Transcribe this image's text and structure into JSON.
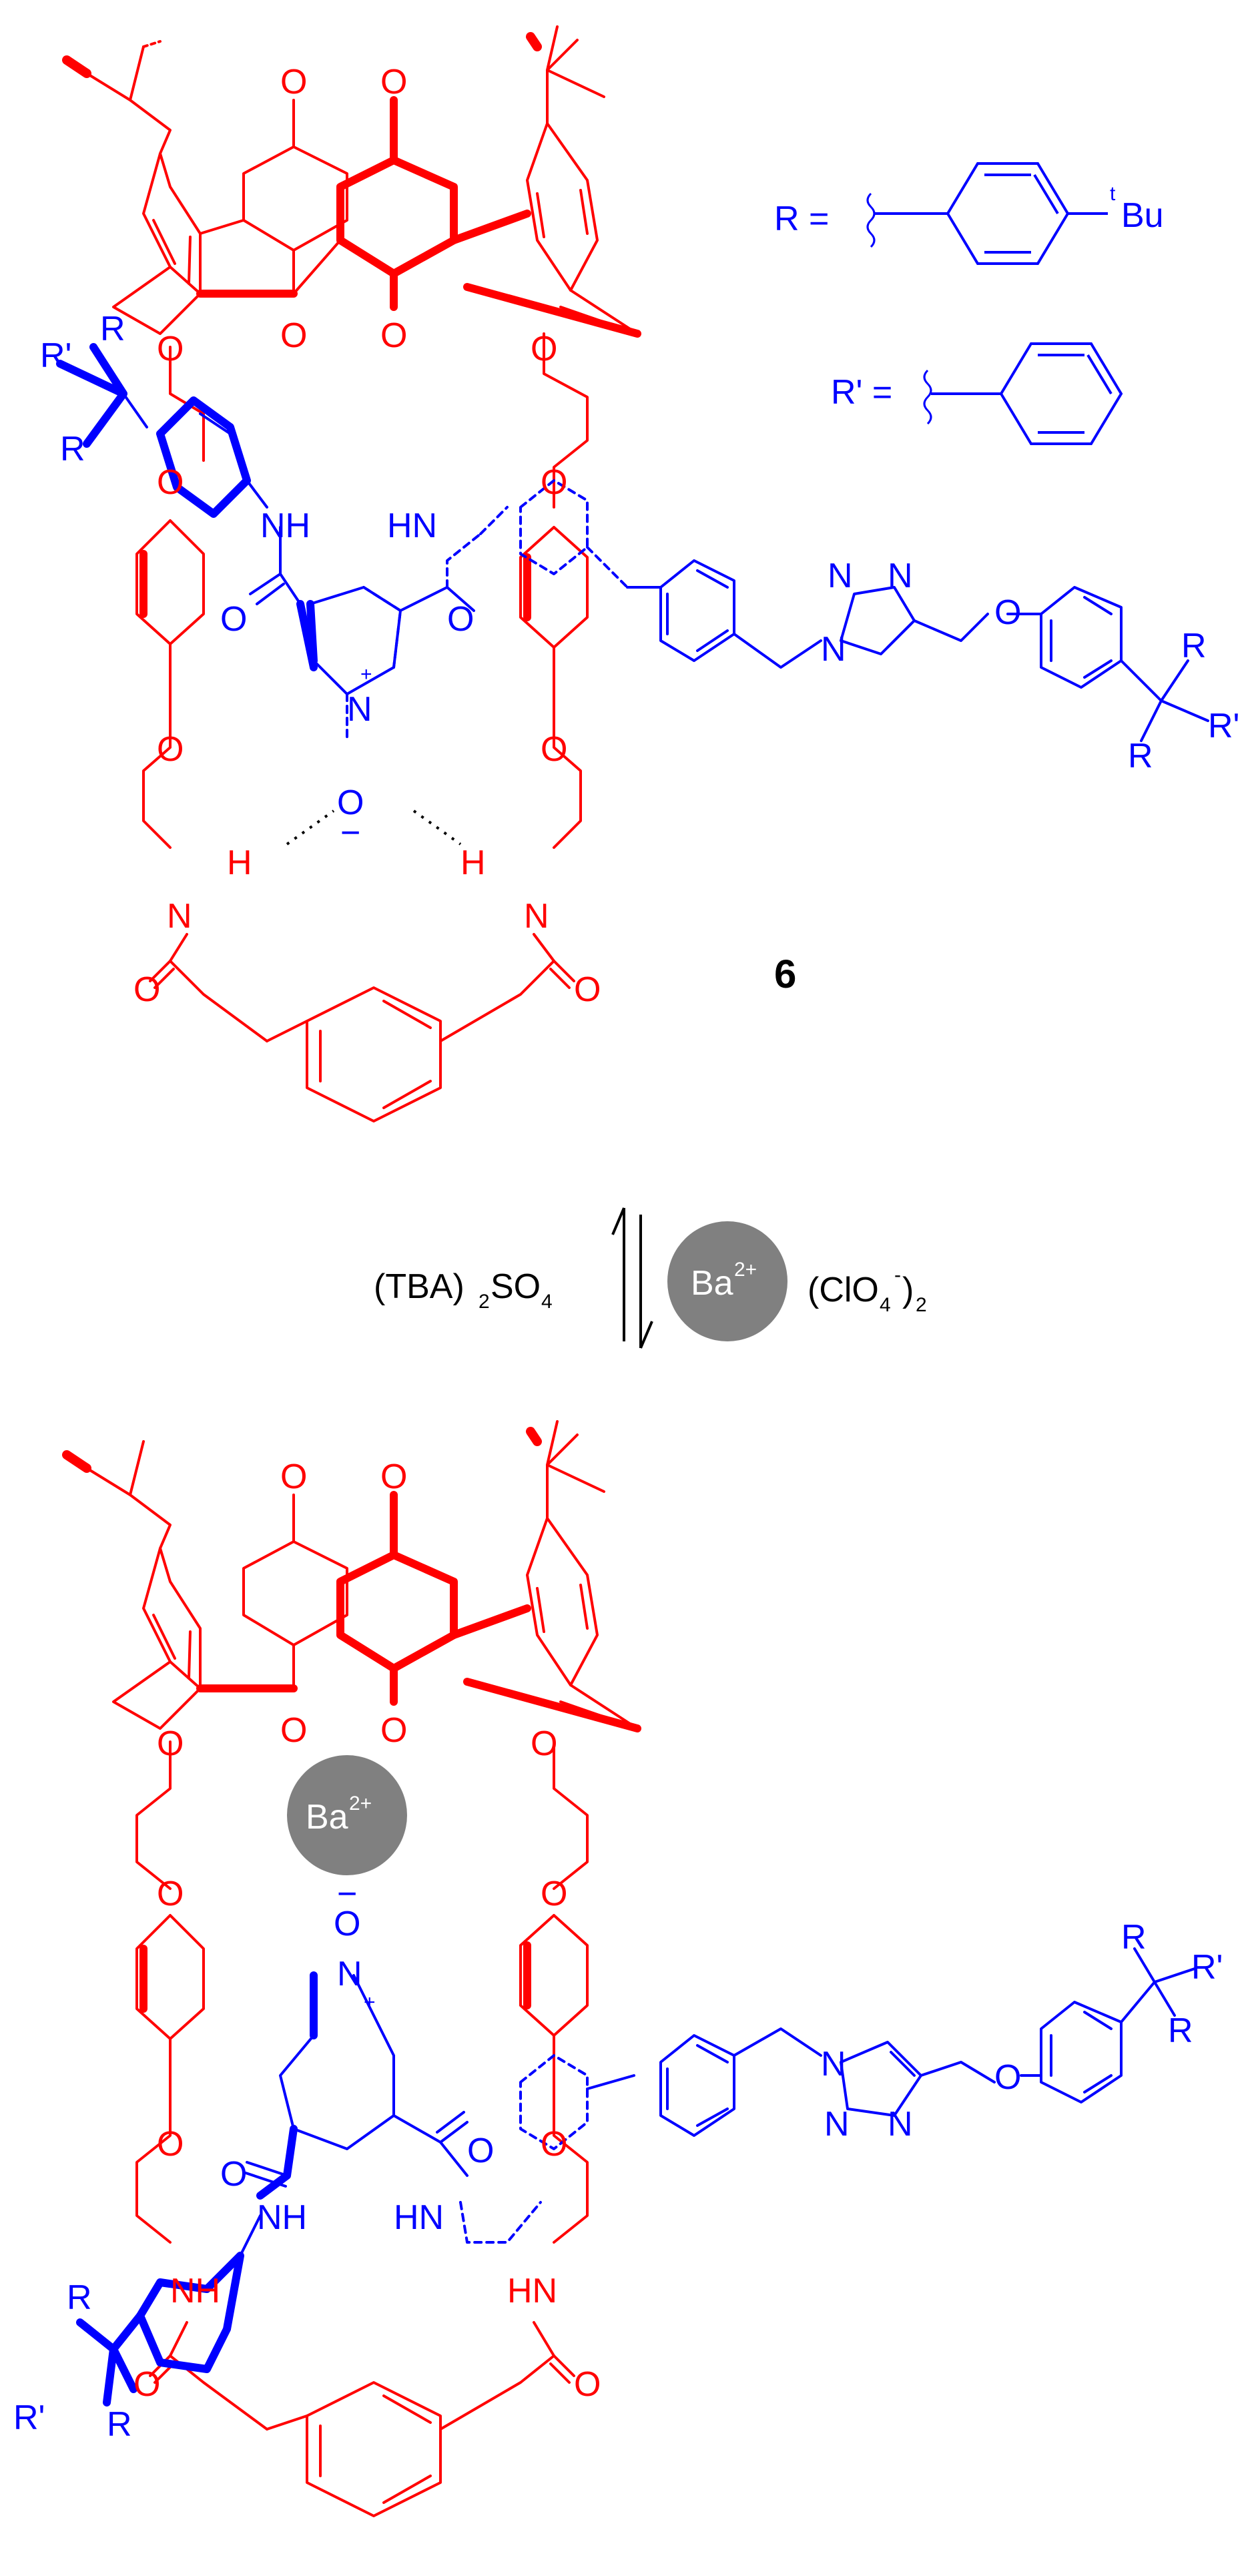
{
  "colors": {
    "host": "#ff0000",
    "guest": "#0000ff",
    "ion": "#808080",
    "text": "#000000",
    "hbond": "#000000"
  },
  "legend": {
    "r_label": "R =",
    "r_substituent": "tBu",
    "r_superscript": "t",
    "r_group": "Bu",
    "rprime_label": "R' ="
  },
  "compound_number": "6",
  "conditions": {
    "left_reagent_main": "(TBA)",
    "left_reagent_sub": "2",
    "left_reagent_rest": "SO",
    "left_reagent_sub2": "4",
    "ion": "Ba",
    "ion_charge": "2+",
    "right_reagent_main": "(ClO",
    "right_reagent_sub": "4",
    "right_reagent_sup": "-",
    "right_reagent_close": ")",
    "right_reagent_sub2": "2"
  },
  "top_structure": {
    "host_O": "O",
    "host_NH": "N",
    "host_H": "H",
    "guest_NH": "NH",
    "guest_HN": "HN",
    "guest_O": "O",
    "n_oxide_N": "N",
    "n_plus": "+",
    "n_oxide_O": "O",
    "o_minus": "−",
    "R": "R",
    "Rprime": "R'",
    "triazole_N": "N"
  },
  "bottom_structure": {
    "host_O": "O",
    "host_NH": "NH",
    "host_HN": "HN",
    "guest_NH": "NH",
    "guest_HN": "HN",
    "guest_O": "O",
    "n_oxide_N": "N",
    "n_plus": "+",
    "n_oxide_O": "O",
    "o_minus": "−",
    "R": "R",
    "Rprime": "R'",
    "triazole_N": "N",
    "ion": "Ba",
    "ion_charge": "2+"
  }
}
